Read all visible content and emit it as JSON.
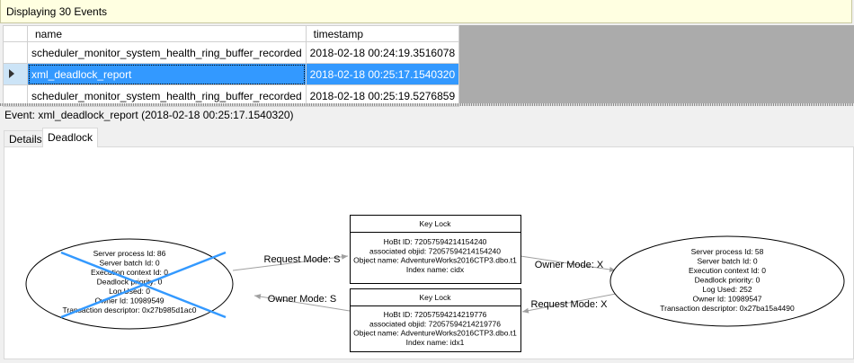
{
  "status": "Displaying 30 Events",
  "grid": {
    "columns": [
      "name",
      "timestamp"
    ],
    "rows": [
      {
        "name": "scheduler_monitor_system_health_ring_buffer_recorded",
        "timestamp": "2018-02-18 00:24:19.3516078",
        "selected": false
      },
      {
        "name": "xml_deadlock_report",
        "timestamp": "2018-02-18 00:25:17.1540320",
        "selected": true
      },
      {
        "name": "scheduler_monitor_system_health_ring_buffer_recorded",
        "timestamp": "2018-02-18 00:25:19.5276859",
        "selected": false
      }
    ]
  },
  "event_label": "Event: xml_deadlock_report (2018-02-18 00:25:17.1540320)",
  "tabs": [
    {
      "label": "Details"
    },
    {
      "label": "Deadlock",
      "active": true
    }
  ],
  "deadlock": {
    "victim_color": "#3399ff",
    "process_left": {
      "victim": true,
      "lines": [
        "Server process Id: 86",
        "Server batch Id: 0",
        "Execution context Id: 0",
        "Deadlock priority: 0",
        "Log Used: 0",
        "Owner Id: 10989549",
        "Transaction descriptor: 0x27b985d1ac0"
      ]
    },
    "process_right": {
      "victim": false,
      "lines": [
        "Server process Id: 58",
        "Server batch Id: 0",
        "Execution context Id: 0",
        "Deadlock priority: 0",
        "Log Used: 252",
        "Owner Id: 10989547",
        "Transaction descriptor: 0x27ba15a4490"
      ]
    },
    "lock_top": {
      "title": "Key Lock",
      "lines": [
        "HoBt ID: 72057594214154240",
        "associated objid: 72057594214154240",
        "Object name: AdventureWorks2016CTP3.dbo.t1",
        "Index name: cidx"
      ]
    },
    "lock_bottom": {
      "title": "Key Lock",
      "lines": [
        "HoBt ID: 72057594214219776",
        "associated objid: 72057594214219776",
        "Object name: AdventureWorks2016CTP3.dbo.t1",
        "Index name: idx1"
      ]
    },
    "edges": {
      "left_request": "Request Mode: S",
      "top_owner": "Owner Mode: X",
      "right_request": "Request Mode: X",
      "bottom_owner": "Owner Mode: S"
    }
  }
}
